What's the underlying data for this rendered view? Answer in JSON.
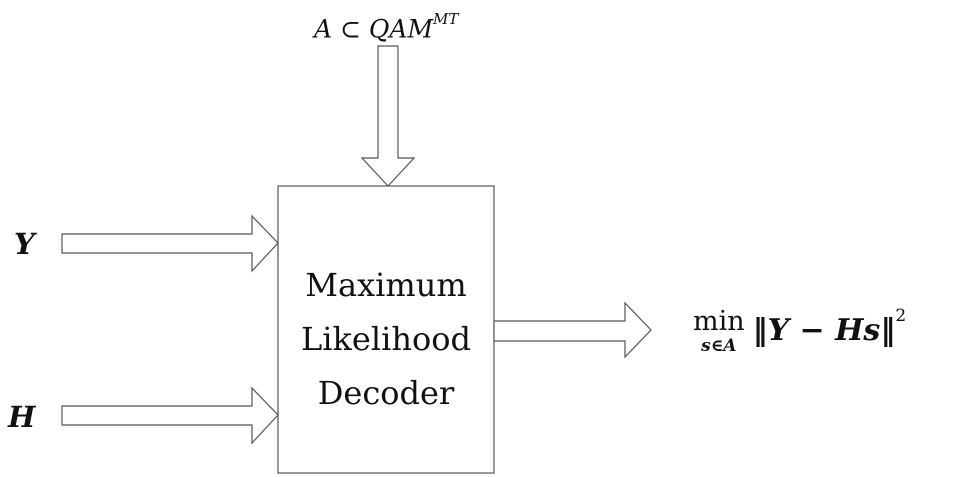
{
  "diagram": {
    "top_label": {
      "prefix": "A ⊂ QAM",
      "superscript": "MT"
    },
    "inputs": [
      {
        "label": "Y"
      },
      {
        "label": "H"
      }
    ],
    "decoder": {
      "lines": [
        "Maximum",
        "Likelihood",
        "Decoder"
      ]
    },
    "output": {
      "operator": "min",
      "subscript": "s∈A",
      "expression": "‖Y − Hs‖",
      "exponent": "2"
    }
  }
}
